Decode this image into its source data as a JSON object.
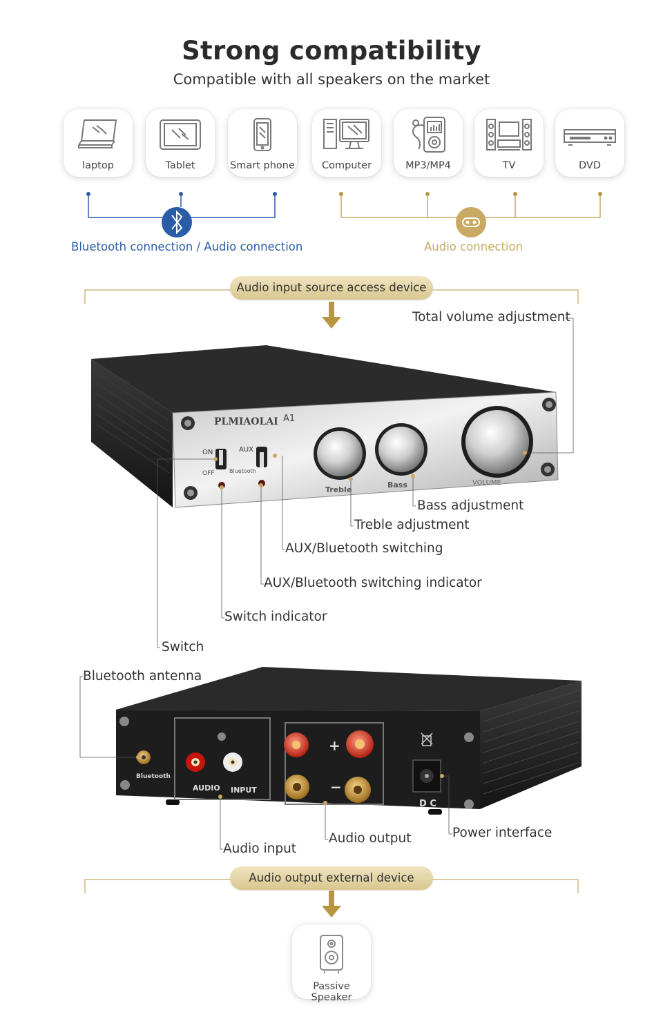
{
  "header": {
    "title": "Strong compatibility",
    "subtitle": "Compatible with all speakers on the market"
  },
  "devices": [
    {
      "label": "laptop",
      "icon": "laptop-icon"
    },
    {
      "label": "Tablet",
      "icon": "tablet-icon"
    },
    {
      "label": "Smart phone",
      "icon": "smartphone-icon"
    },
    {
      "label": "Computer",
      "icon": "computer-icon"
    },
    {
      "label": "MP3/MP4",
      "icon": "mp3-player-icon"
    },
    {
      "label": "TV",
      "icon": "tv-icon"
    },
    {
      "label": "DVD",
      "icon": "dvd-player-icon"
    }
  ],
  "connections": {
    "bluetooth_label": "Bluetooth connection / Audio connection",
    "audio_label": "Audio connection",
    "bluetooth_color": "#2a5ca8",
    "audio_color": "#c9a963"
  },
  "front_panel": {
    "section_label": "Audio input source access device",
    "brand": "PLMIAOLAI",
    "model": "A1",
    "panel_text": {
      "on": "ON",
      "off": "OFF",
      "aux": "AUX",
      "bluetooth": "Bluetooth",
      "treble": "Treble",
      "bass": "Bass",
      "volume": "VOLUME"
    },
    "callouts": {
      "volume": "Total volume adjustment",
      "bass": "Bass adjustment",
      "treble": "Treble adjustment",
      "aux_switch": "AUX/Bluetooth switching",
      "aux_indicator": "AUX/Bluetooth switching indicator",
      "switch_indicator": "Switch indicator",
      "switch": "Switch"
    }
  },
  "back_panel": {
    "panel_text": {
      "bluetooth": "Bluetooth",
      "audio": "AUDIO",
      "input": "INPUT",
      "dc": "D C",
      "plus": "+",
      "minus": "−"
    },
    "callouts": {
      "antenna": "Bluetooth antenna",
      "audio_input": "Audio input",
      "audio_output": "Audio output",
      "power": "Power interface"
    }
  },
  "output": {
    "section_label": "Audio output external device",
    "device_label": "Passive Speaker",
    "device_icon": "speaker-icon"
  },
  "colors": {
    "gold_line": "#b8963f",
    "blue": "#2a5ca8"
  }
}
